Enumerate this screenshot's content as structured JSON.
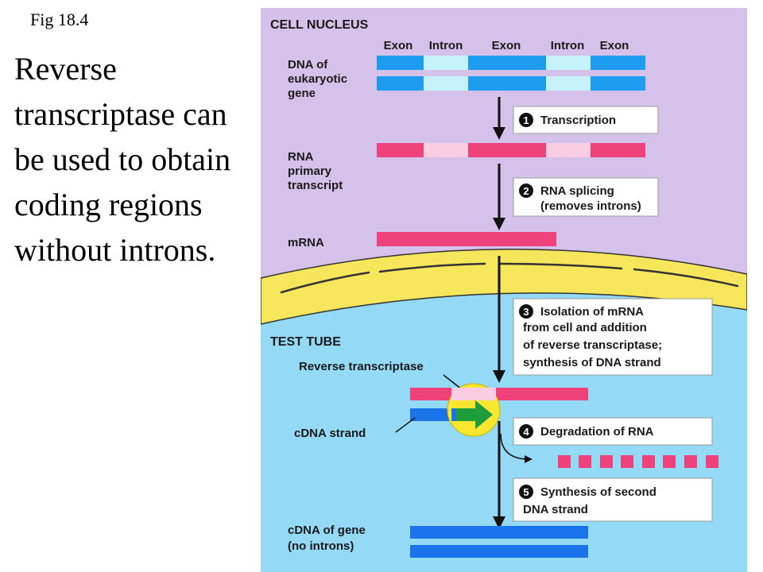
{
  "fig_label": "Fig 18.4",
  "caption": "Reverse transcriptase can be used to obtain coding regions without introns.",
  "diagram": {
    "nucleus_title": "CELL NUCLEUS",
    "test_tube_title": "TEST TUBE",
    "segment_headers": [
      "Exon",
      "Intron",
      "Exon",
      "Intron",
      "Exon"
    ],
    "labels": {
      "dna_gene": [
        "DNA of",
        "eukaryotic",
        "gene"
      ],
      "rna_primary": [
        "RNA",
        "primary",
        "transcript"
      ],
      "mrna": "mRNA",
      "reverse_transcriptase": "Reverse transcriptase",
      "cdna_strand": "cDNA strand",
      "cdna_gene": [
        "cDNA of gene",
        "(no introns)"
      ]
    },
    "steps": [
      {
        "number": "1",
        "lines": [
          "Transcription"
        ]
      },
      {
        "number": "2",
        "lines": [
          "RNA splicing",
          "(removes introns)"
        ]
      },
      {
        "number": "3",
        "lines": [
          "Isolation of mRNA",
          "from cell and addition",
          "of reverse transcriptase;",
          "synthesis of DNA strand"
        ]
      },
      {
        "number": "4",
        "lines": [
          "Degradation of RNA"
        ]
      },
      {
        "number": "5",
        "lines": [
          "Synthesis of second",
          "DNA strand"
        ]
      }
    ],
    "colors": {
      "nucleus_bg": "#d4c2ea",
      "membrane": "#f6e65c",
      "test_tube_bg": "#94d9f5",
      "exon_dna": "#1e9cf0",
      "intron_dna": "#c6f2fb",
      "exon_rna": "#f0427a",
      "intron_rna": "#fbcde0",
      "cdna": "#1a73e8",
      "enzyme": "#f9e72f",
      "arrow_green": "#1f9d3a",
      "box_fill": "#ffffff"
    }
  }
}
